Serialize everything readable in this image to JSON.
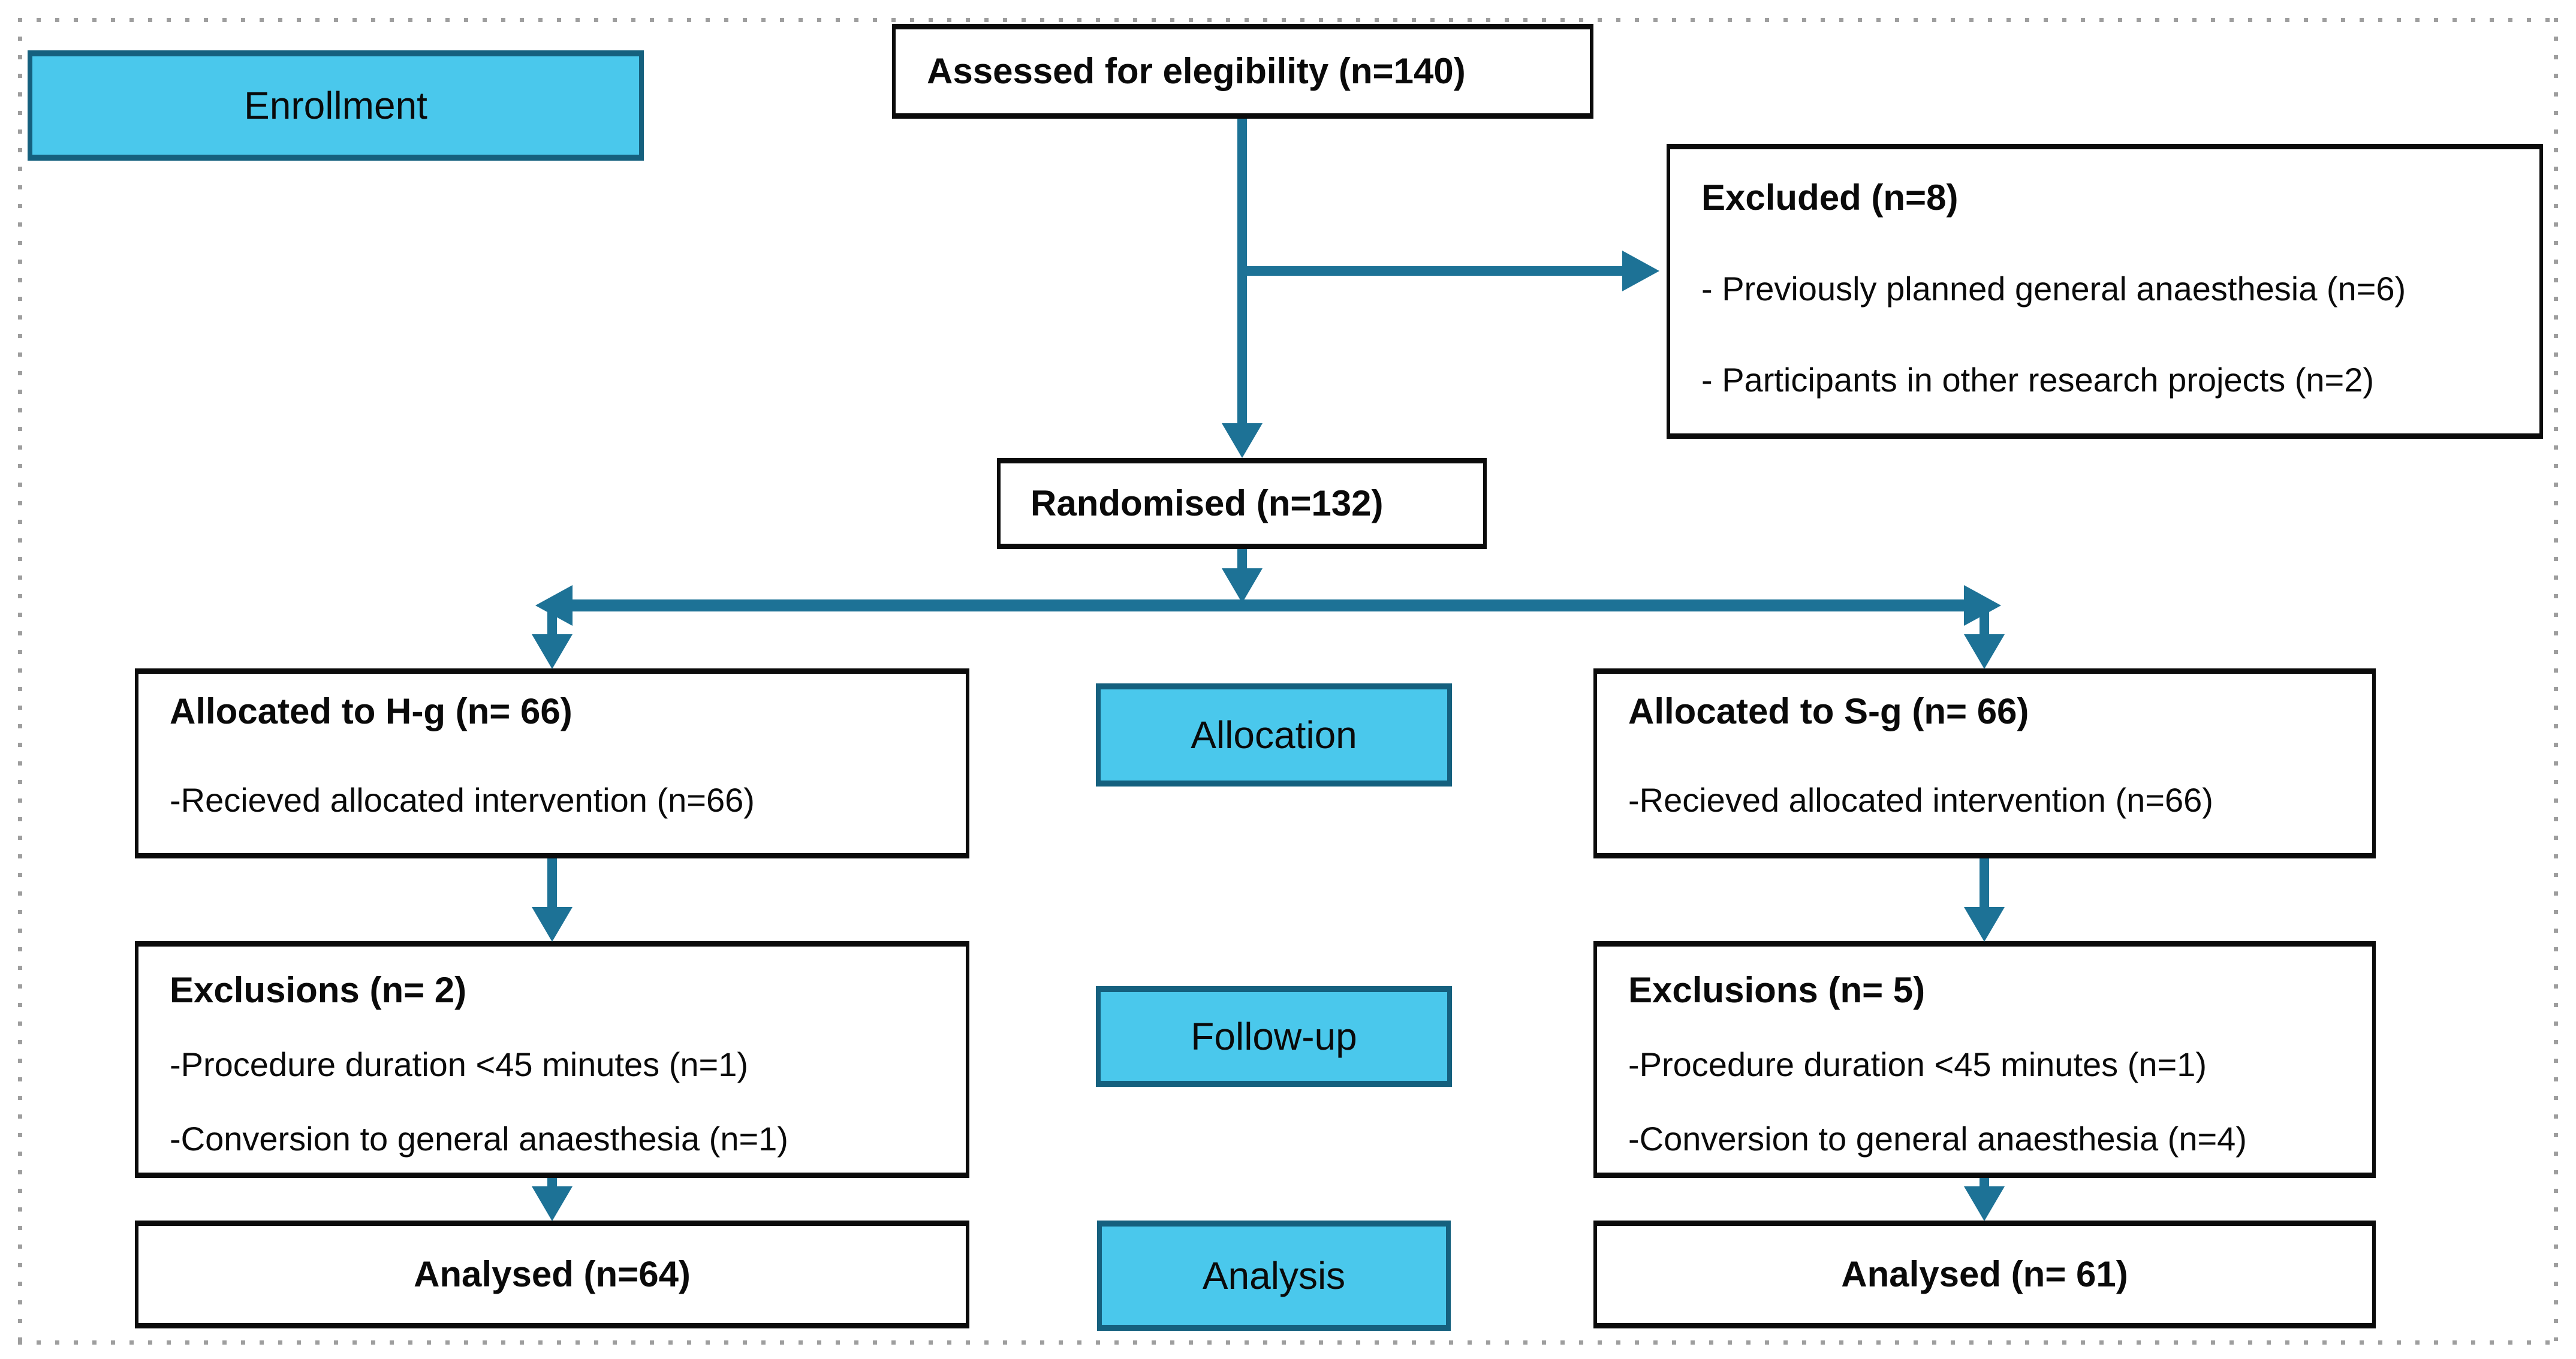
{
  "colors": {
    "cyan_fill": "#4AC8EC",
    "cyan_border": "#15607E",
    "arrow": "#1D7296",
    "box_border": "#0B0B0B",
    "dotted_border": "#9E9E9E"
  },
  "stages": {
    "enrollment": "Enrollment",
    "allocation": "Allocation",
    "follow_up": "Follow-up",
    "analysis": "Analysis"
  },
  "boxes": {
    "assessed": {
      "title": "Assessed for elegibility (n=140)"
    },
    "excluded": {
      "title": "Excluded (n=8)",
      "items": [
        "- Previously planned general anaesthesia (n=6)",
        "- Participants in other research projects (n=2)"
      ]
    },
    "randomised": {
      "title": "Randomised (n=132)"
    },
    "allocated_hg": {
      "title": "Allocated to H-g (n= 66)",
      "items": [
        "-Recieved allocated intervention (n=66)"
      ]
    },
    "allocated_sg": {
      "title": "Allocated to S-g (n= 66)",
      "items": [
        "-Recieved allocated intervention (n=66)"
      ]
    },
    "exclusions_hg": {
      "title": "Exclusions (n= 2)",
      "items": [
        "-Procedure duration <45 minutes (n=1)",
        "-Conversion to general anaesthesia (n=1)"
      ]
    },
    "exclusions_sg": {
      "title": "Exclusions (n= 5)",
      "items": [
        "-Procedure duration <45 minutes (n=1)",
        "-Conversion to general anaesthesia (n=4)"
      ]
    },
    "analysed_hg": {
      "title": "Analysed (n=64)"
    },
    "analysed_sg": {
      "title": "Analysed (n= 61)"
    }
  }
}
